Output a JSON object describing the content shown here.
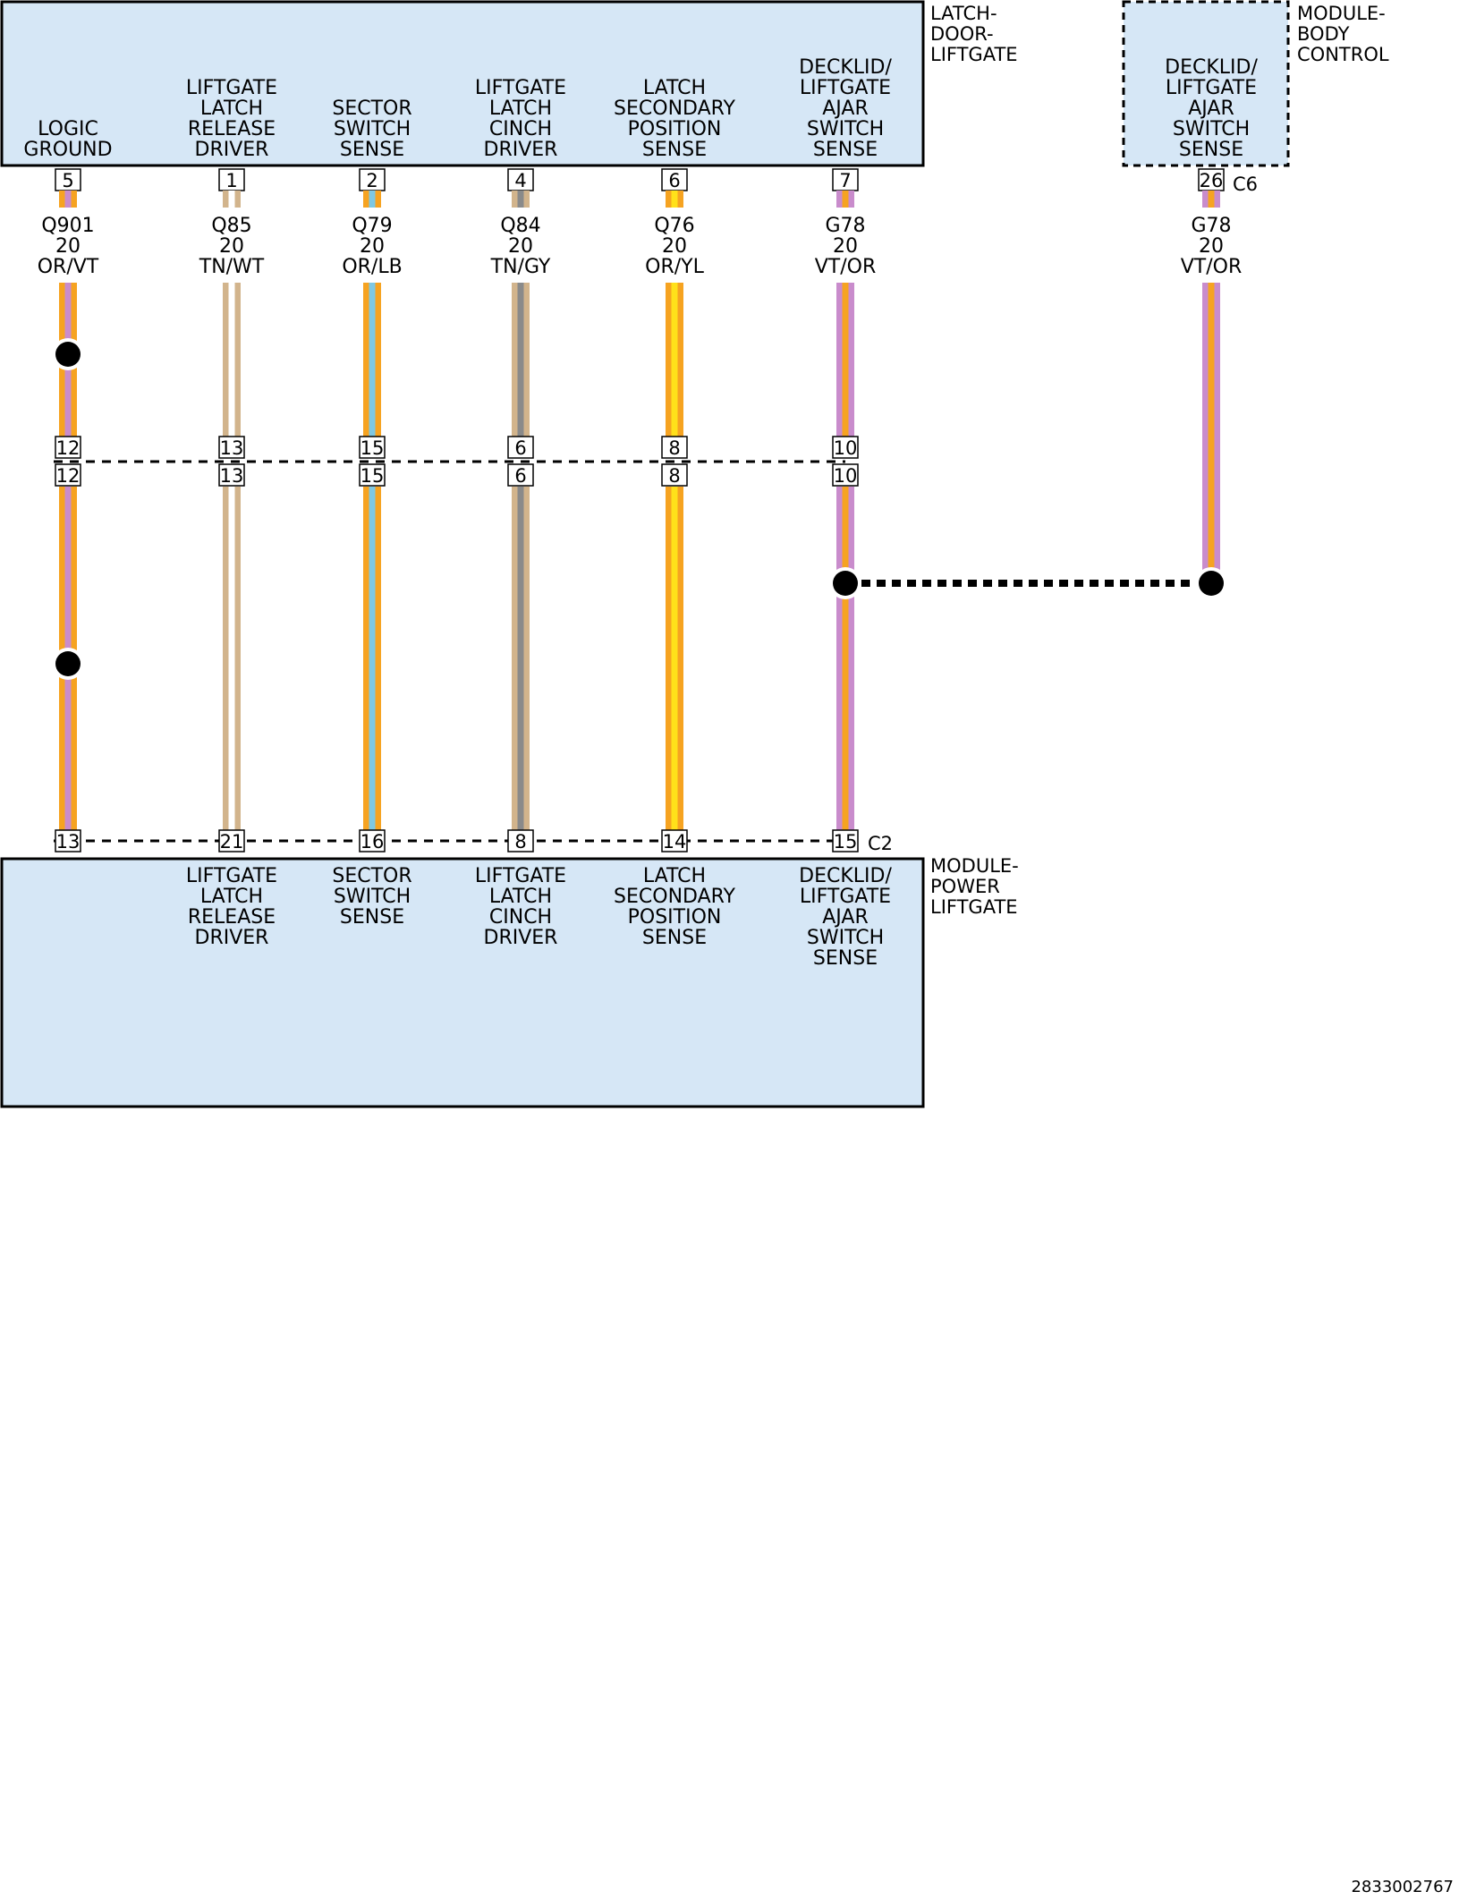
{
  "colors": {
    "module_fill": "#d6e7f6",
    "OR": "#f6a321",
    "VT": "#c98ccc",
    "TN": "#d2b48c",
    "WT": "#ffffff",
    "LB": "#7ec8e3",
    "GY": "#8a8a8a",
    "YL": "#ffe11a"
  },
  "top_module": {
    "name_lines": [
      "LATCH-",
      "DOOR-",
      "LIFTGATE"
    ]
  },
  "body_module": {
    "name_lines": [
      "MODULE-",
      "BODY",
      "CONTROL"
    ],
    "function_lines": [
      "DECKLID/",
      "LIFTGATE",
      "AJAR",
      "SWITCH",
      "SENSE"
    ],
    "pin": "26",
    "connector": "C6",
    "wire": {
      "circuit": "G78",
      "gauge": "20",
      "color_code": "VT/OR",
      "base": "VT",
      "stripe": "OR"
    }
  },
  "bottom_module": {
    "name_lines": [
      "MODULE-",
      "POWER",
      "LIFTGATE"
    ],
    "connector": "C2"
  },
  "circuits": [
    {
      "top_function": [
        "LOGIC",
        "GROUND"
      ],
      "top_pin": "5",
      "circuit": "Q901",
      "gauge": "20",
      "color_code": "OR/VT",
      "base": "OR",
      "stripe": "VT",
      "inline_pin": "12",
      "bottom_pin": "13",
      "bottom_function": []
    },
    {
      "top_function": [
        "LIFTGATE",
        "LATCH",
        "RELEASE",
        "DRIVER"
      ],
      "top_pin": "1",
      "circuit": "Q85",
      "gauge": "20",
      "color_code": "TN/WT",
      "base": "TN",
      "stripe": "WT",
      "inline_pin": "13",
      "bottom_pin": "21",
      "bottom_function": [
        "LIFTGATE",
        "LATCH",
        "RELEASE",
        "DRIVER"
      ]
    },
    {
      "top_function": [
        "SECTOR",
        "SWITCH",
        "SENSE"
      ],
      "top_pin": "2",
      "circuit": "Q79",
      "gauge": "20",
      "color_code": "OR/LB",
      "base": "OR",
      "stripe": "LB",
      "inline_pin": "15",
      "bottom_pin": "16",
      "bottom_function": [
        "SECTOR",
        "SWITCH",
        "SENSE"
      ]
    },
    {
      "top_function": [
        "LIFTGATE",
        "LATCH",
        "CINCH",
        "DRIVER"
      ],
      "top_pin": "4",
      "circuit": "Q84",
      "gauge": "20",
      "color_code": "TN/GY",
      "base": "TN",
      "stripe": "GY",
      "inline_pin": "6",
      "bottom_pin": "8",
      "bottom_function": [
        "LIFTGATE",
        "LATCH",
        "CINCH",
        "DRIVER"
      ]
    },
    {
      "top_function": [
        "LATCH",
        "SECONDARY",
        "POSITION",
        "SENSE"
      ],
      "top_pin": "6",
      "circuit": "Q76",
      "gauge": "20",
      "color_code": "OR/YL",
      "base": "OR",
      "stripe": "YL",
      "inline_pin": "8",
      "bottom_pin": "14",
      "bottom_function": [
        "LATCH",
        "SECONDARY",
        "POSITION",
        "SENSE"
      ]
    },
    {
      "top_function": [
        "DECKLID/",
        "LIFTGATE",
        "AJAR",
        "SWITCH",
        "SENSE"
      ],
      "top_pin": "7",
      "circuit": "G78",
      "gauge": "20",
      "color_code": "VT/OR",
      "base": "VT",
      "stripe": "OR",
      "inline_pin": "10",
      "bottom_pin": "15",
      "bottom_function": [
        "DECKLID/",
        "LIFTGATE",
        "AJAR",
        "SWITCH",
        "SENSE"
      ]
    }
  ],
  "doc_id": "2833002767"
}
